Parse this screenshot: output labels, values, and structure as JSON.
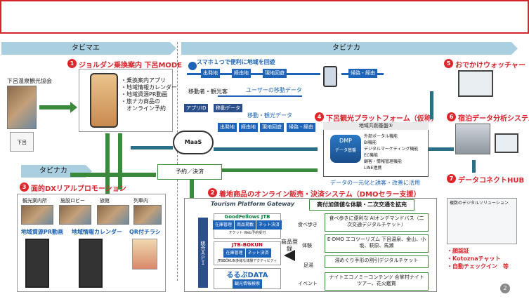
{
  "bands": {
    "tabimae": "タビマエ",
    "tabinaka_top": "タビナカ",
    "tabinaka_left": "タビナカ"
  },
  "left": {
    "kyokai": "下呂温泉観光協会",
    "gero_logo": "下呂"
  },
  "s1": {
    "num": "1",
    "title": "ジョルダン乗換案内 下呂MODE",
    "items": [
      "・乗換案内アプリ",
      "・地域情報カレンダー",
      "・地域資源PR動画",
      "・旅ナカ商品の",
      "　オンライン予約"
    ]
  },
  "s_top": {
    "caption": "スマホ１つで便利に地域を回遊",
    "labels": [
      "出発地",
      "経由地",
      "現地回遊",
      "帰路・経由"
    ],
    "visitor": "移動者・観光客",
    "user_data": "ユーザーの移動データ"
  },
  "s2": {
    "num": "2",
    "title": "着地商品のオンライン販売・決済システム（DMOセラー支援）"
  },
  "s3": {
    "num": "3",
    "title": "面的DXリアルプロモーション",
    "photos": [
      "観光案内所",
      "施設ロビー",
      "旅館",
      "列車内"
    ],
    "items": [
      "地域資源PR動画",
      "地域情報カレンダー",
      "QR付チラシ"
    ]
  },
  "s4": {
    "num": "4",
    "title": "下呂観光プラットフォーム（仮称）",
    "platform": "地域共創基盤⑤",
    "dmo": "DMP",
    "data_base": "データ基盤",
    "items": [
      "外部ポータル機能",
      "BI機能",
      "デジタルマーケティング機能",
      "EC機能",
      "顧客・情報管理機能",
      "LINE連携"
    ],
    "caption": "データの一元化と誘客・改善に活用"
  },
  "s5": {
    "num": "5",
    "title": "おでかけウォッチャー"
  },
  "s6": {
    "num": "6",
    "title": "宿泊データ分析システム"
  },
  "s7": {
    "num": "7",
    "title": "データコネクトHUB",
    "solution": "複数のデジタルソリューション",
    "features": [
      "・顔認証",
      "・Kotoznaチャット",
      "・自動チェックイン　等"
    ]
  },
  "flow": {
    "app_id": "アプリID",
    "move_data": "移動データ",
    "move_tourism": "移動・観光データ",
    "route": [
      "出発地",
      "経由地",
      "現地回遊",
      "帰路・経由"
    ],
    "maas": "MaaS",
    "reserve": "予約／決済",
    "page_no": "2"
  },
  "tpg": {
    "name": "Tourism Platform Gateway",
    "api": "統合ＡＰＩ",
    "goodfellows": "GoodFellows JTB",
    "jtb": "JTB-BÖKUN",
    "rurubu": "るるぶDATA",
    "gf_rows": [
      "在庫管理",
      "商品掲載",
      "ネット決済"
    ],
    "jtb_rows": [
      "在庫管理",
      "ネット決済"
    ],
    "rurubu_row": "観光情報検索",
    "gf_caption": "チケット Web予約受付",
    "jtb_caption": "JTBBÖKUN多様な体験アクティビティ"
  },
  "value": {
    "title": "高付加価値な体験・二次交通を拡充",
    "side": "商品登録",
    "categories": [
      "食べ歩き",
      "体験",
      "足湯",
      "イベント"
    ],
    "items": [
      "食べ歩きに便利な AIオンデマンドバス（二次交通デジタルチケット）",
      "E-DMO エコツーリズム 下呂温泉、金山、小坂、萩原、馬瀬",
      "湯めぐり手形の割引デジタルチケット",
      "ナイトエコノミーコンテンツ 合掌村ナイトツアー、花火鑑賞"
    ]
  }
}
